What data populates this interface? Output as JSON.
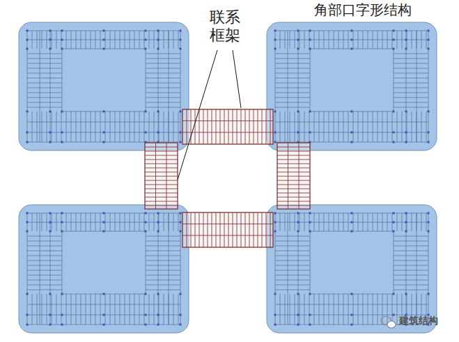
{
  "diagram": {
    "labels": [
      "角部口字形结构",
      "联系 框架",
      "建筑结构"
    ]
  }
}
